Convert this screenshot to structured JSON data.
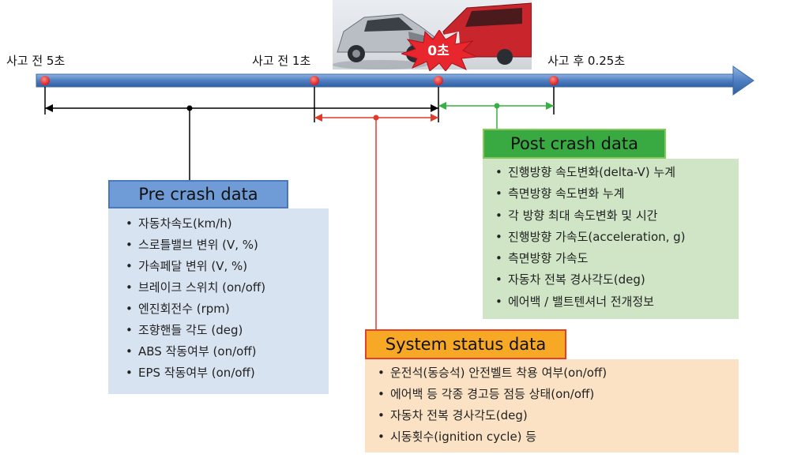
{
  "timeline": {
    "labels": {
      "t_minus_5": "사고 전 5초",
      "t_minus_1": "사고 전 1초",
      "t_zero": "0초",
      "t_plus_025": "사고 후 0.25초"
    }
  },
  "pre_crash": {
    "title": "Pre crash data",
    "items": [
      "자동차속도(km/h)",
      "스로틀밸브 변위 (V, %)",
      "가속페달 변위 (V, %)",
      "브레이크 스위치 (on/off)",
      "엔진회전수 (rpm)",
      "조향핸들 각도 (deg)",
      "ABS 작동여부 (on/off)",
      "EPS 작동여부 (on/off)"
    ]
  },
  "post_crash": {
    "title": "Post crash data",
    "items": [
      "진행방향 속도변화(delta-V) 누계",
      "측면방향 속도변화 누계",
      "각 방향 최대 속도변화 및 시간",
      "진행방향 가속도(acceleration, g)",
      "측면방향 가속도",
      "자동차 전복 경사각도(deg)",
      "에어백 / 밸트텐셔너 전개정보"
    ]
  },
  "system_status": {
    "title": "System status data",
    "items": [
      "운전석(동승석) 안전벨트 착용 여부(on/off)",
      "에어백 등 각종 경고등 점등 상태(on/off)",
      "자동차 전복 경사각도(deg)",
      "시동횟수(ignition cycle) 등"
    ]
  },
  "colors": {
    "arrow": "#4f7fc1",
    "pre_bracket": "#000000",
    "event_bracket": "#e23a2a",
    "post_bracket": "#37b043",
    "marker": "#e8262d"
  }
}
